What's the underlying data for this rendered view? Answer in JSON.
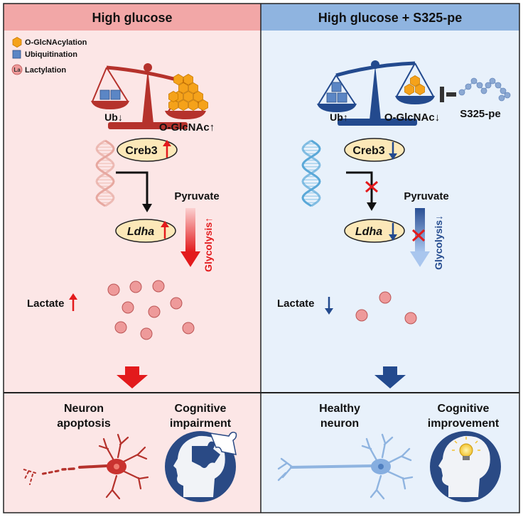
{
  "left": {
    "title": "High glucose",
    "legend": {
      "oglc": "O-GlcNAcylation",
      "ubiq": "Ubiquitination",
      "lact_badge": "La",
      "lact": "Lactylation"
    },
    "ub_label": "Ub↓",
    "oglc_label": "O-GlcNAc↑",
    "creb3": "Creb3",
    "pyruvate": "Pyruvate",
    "ldha": "Ldha",
    "glycolysis": "Glycolysis↑",
    "lactate": "Lactate",
    "outcome1_line1": "Neuron",
    "outcome1_line2": "apoptosis",
    "outcome2_line1": "Cognitive",
    "outcome2_line2": "impairment"
  },
  "right": {
    "title": "High glucose + S325-pe",
    "ub_label": "Ub↑",
    "oglc_label": "O-GlcNAc↓",
    "peptide": "S325-pe",
    "creb3": "Creb3",
    "pyruvate": "Pyruvate",
    "ldha": "Ldha",
    "glycolysis": "Glycolysis↓",
    "lactate": "Lactate",
    "outcome1_line1": "Healthy",
    "outcome1_line2": "neuron",
    "outcome2_line1": "Cognitive",
    "outcome2_line2": "improvement"
  },
  "colors": {
    "left_header": "#f2a7a7",
    "left_bg": "#fce6e6",
    "right_header": "#8fb4e0",
    "right_bg": "#e8f1fb",
    "red": "#e31a1c",
    "dark_red": "#b5322c",
    "navy": "#234a8e",
    "orange": "#f5a21a",
    "ubiquitin_blue": "#5b86c5",
    "lactate_pink": "#ee9a9a"
  }
}
